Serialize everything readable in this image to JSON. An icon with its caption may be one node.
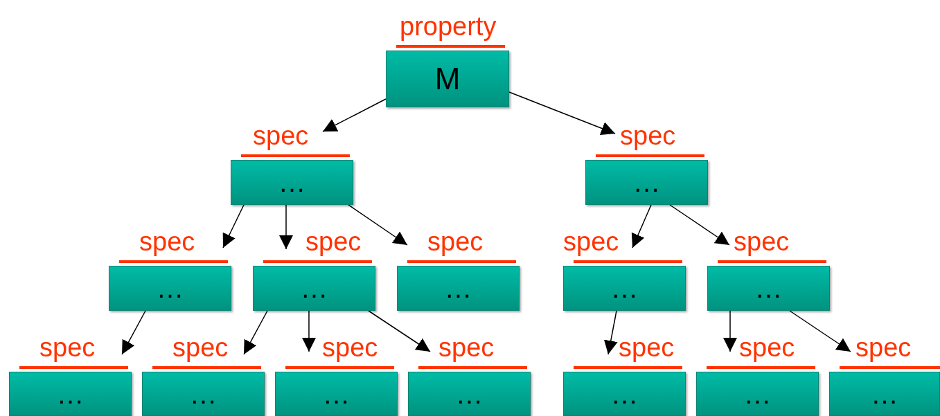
{
  "diagram": {
    "nodes": [
      {
        "text": [
          "property",
          "M"
        ]
      },
      {
        "text": [
          "spec",
          "…"
        ]
      },
      {
        "text": [
          "spec",
          "…"
        ]
      },
      {
        "text": [
          "spec",
          "…"
        ]
      },
      {
        "text": [
          "spec",
          "…"
        ]
      },
      {
        "text": [
          "spec",
          "…"
        ]
      },
      {
        "text": [
          "spec",
          "…"
        ]
      },
      {
        "text": [
          "spec",
          "…"
        ]
      },
      {
        "text": [
          "spec",
          "…"
        ]
      },
      {
        "text": [
          "spec",
          "…"
        ]
      },
      {
        "text": [
          "spec",
          "…"
        ]
      },
      {
        "text": [
          "spec",
          "…"
        ]
      },
      {
        "text": [
          "spec",
          "…"
        ]
      },
      {
        "text": [
          "spec",
          "…"
        ]
      },
      {
        "text": [
          "spec",
          "…"
        ]
      }
    ],
    "edges": [
      {
        "from": 0,
        "to": 1,
        "arrow": "to"
      },
      {
        "from": 0,
        "to": 2,
        "arrow": "to"
      },
      {
        "from": 1,
        "to": 3,
        "arrow": "to"
      },
      {
        "from": 1,
        "to": 4,
        "arrow": "to"
      },
      {
        "from": 1,
        "to": 5,
        "arrow": "to"
      },
      {
        "from": 2,
        "to": 6,
        "arrow": "to"
      },
      {
        "from": 2,
        "to": 7,
        "arrow": "to"
      },
      {
        "from": 3,
        "to": 8,
        "arrow": "to"
      },
      {
        "from": 4,
        "to": 9,
        "arrow": "to"
      },
      {
        "from": 4,
        "to": 10,
        "arrow": "to"
      },
      {
        "from": 4,
        "to": 11,
        "arrow": "to"
      },
      {
        "from": 6,
        "to": 12,
        "arrow": "to"
      },
      {
        "from": 7,
        "to": 13,
        "arrow": "to"
      },
      {
        "from": 7,
        "to": 14,
        "arrow": "to"
      }
    ]
  }
}
